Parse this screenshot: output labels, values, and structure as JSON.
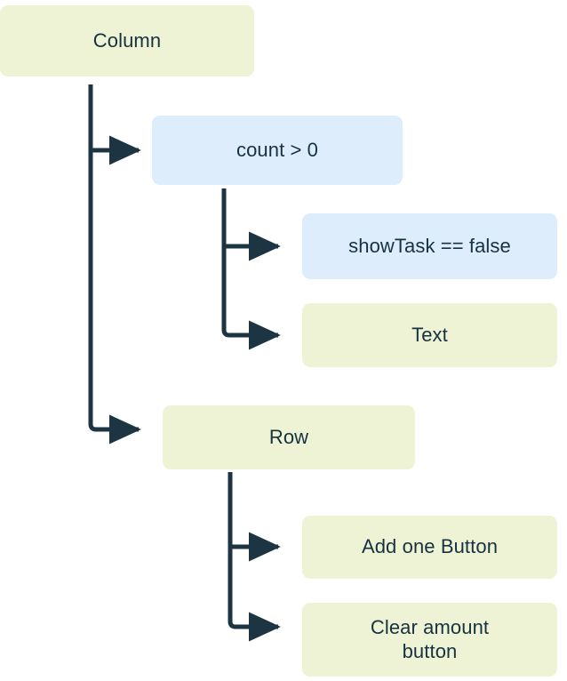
{
  "diagram": {
    "title_node": "Column",
    "background_color": "#ffffff",
    "edge_color": "#1d3443",
    "colors": {
      "container": "#eff3d6",
      "condition": "#ddedfb",
      "text": "#16323f"
    },
    "nodes": [
      {
        "id": "column",
        "label": "Column",
        "kind": "container",
        "color": "#eff3d6",
        "level": 0
      },
      {
        "id": "count-gt-0",
        "label": "count > 0",
        "kind": "condition",
        "color": "#ddedfb",
        "level": 1
      },
      {
        "id": "show-task-false",
        "label": "showTask == false",
        "kind": "condition",
        "color": "#ddedfb",
        "level": 2
      },
      {
        "id": "text",
        "label": "Text",
        "kind": "container",
        "color": "#eff3d6",
        "level": 2
      },
      {
        "id": "row",
        "label": "Row",
        "kind": "container",
        "color": "#eff3d6",
        "level": 1
      },
      {
        "id": "add-one-button",
        "label": "Add one Button",
        "kind": "container",
        "color": "#eff3d6",
        "level": 2
      },
      {
        "id": "clear-amount-button",
        "label": "Clear amount\nbutton",
        "kind": "container",
        "color": "#eff3d6",
        "level": 2
      }
    ],
    "edges": [
      {
        "from": "column",
        "to": "count-gt-0"
      },
      {
        "from": "column",
        "to": "row"
      },
      {
        "from": "count-gt-0",
        "to": "show-task-false"
      },
      {
        "from": "count-gt-0",
        "to": "text"
      },
      {
        "from": "row",
        "to": "add-one-button"
      },
      {
        "from": "row",
        "to": "clear-amount-button"
      }
    ]
  }
}
